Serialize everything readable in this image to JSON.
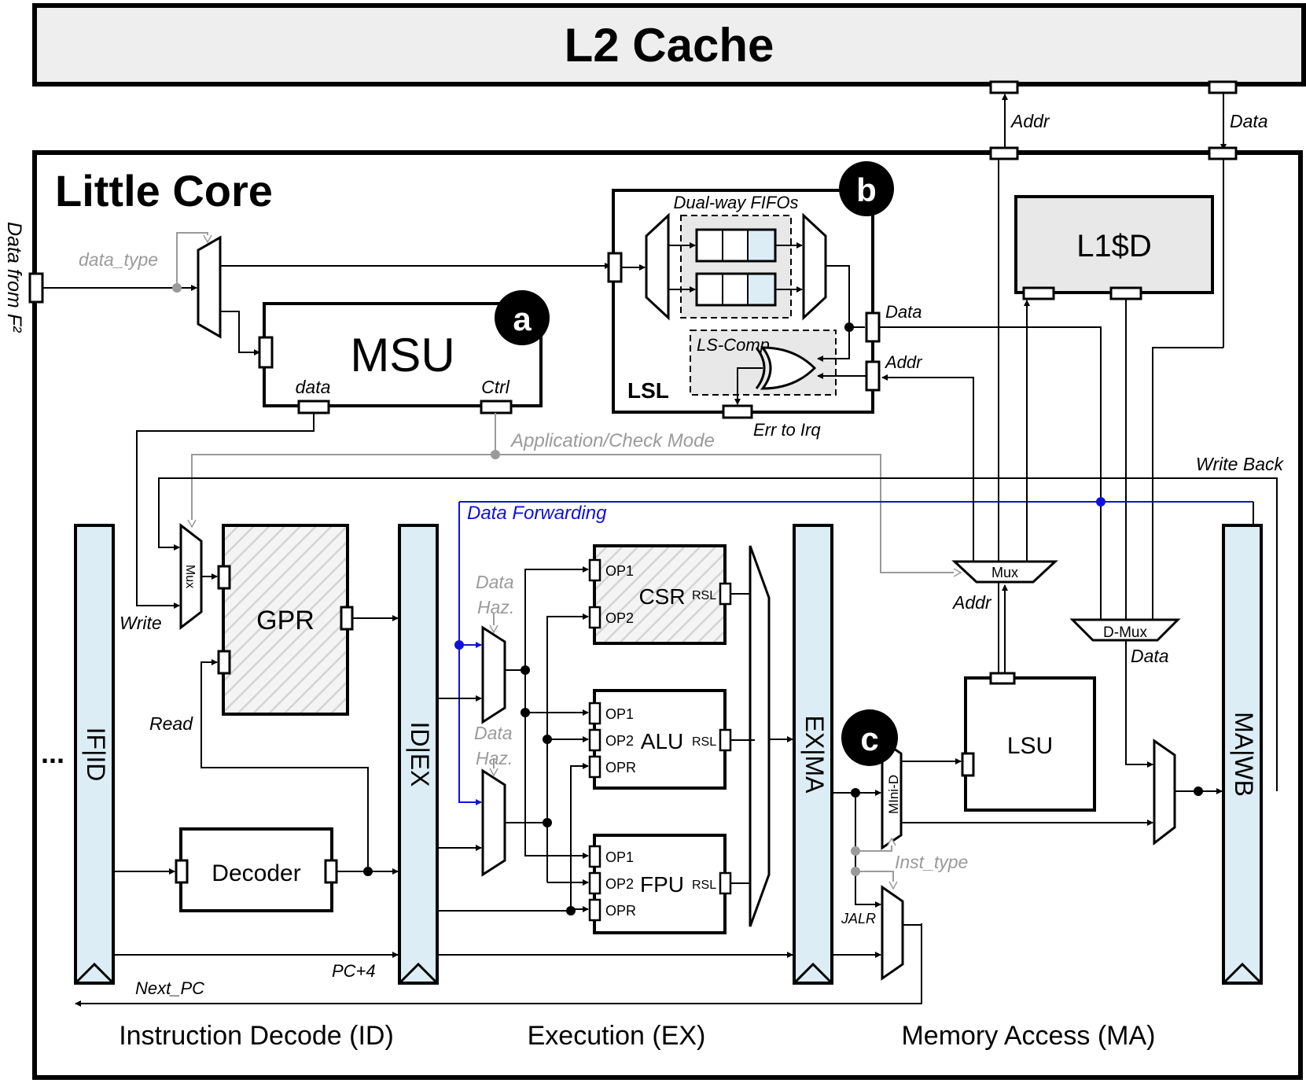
{
  "l2": {
    "title": "L2 Cache",
    "addr": "Addr",
    "data": "Data"
  },
  "core": {
    "title": "Little Core",
    "input_label": "Data from F²",
    "data_type": "data_type",
    "ellipsis": "..."
  },
  "msu": {
    "title": "MSU",
    "badge": "a",
    "data_port": "data",
    "ctrl_port": "Ctrl"
  },
  "lsl": {
    "title": "LSL",
    "badge": "b",
    "fifos": "Dual-way FIFOs",
    "ls_comp": "LS-Comp",
    "data": "Data",
    "addr": "Addr",
    "err": "Err to Irq"
  },
  "l1d": {
    "title": "L1$D"
  },
  "signals": {
    "app_check": "Application/Check Mode",
    "write_back": "Write Back",
    "forwarding": "Data Forwarding",
    "write": "Write",
    "read": "Read",
    "pc4": "PC+4",
    "next_pc": "Next_PC",
    "inst_type": "Inst_type",
    "jalr": "JALR",
    "data_haz": "Data",
    "haz": "Haz.",
    "addr": "Addr",
    "data": "Data"
  },
  "blocks": {
    "gpr": "GPR",
    "decoder": "Decoder",
    "lsu": "LSU",
    "mux": "Mux",
    "addr_mux": "Mux",
    "d_mux": "D-Mux",
    "mini_d": "MIni-D",
    "badge_c": "c"
  },
  "pipeline": [
    "IF|ID",
    "ID|EX",
    "EX|MA",
    "MA|WB"
  ],
  "units": [
    {
      "name": "CSR",
      "ports": [
        "OP1",
        "OP2"
      ],
      "rsl": "RSL"
    },
    {
      "name": "ALU",
      "ports": [
        "OP1",
        "OP2",
        "OPR"
      ],
      "rsl": "RSL"
    },
    {
      "name": "FPU",
      "ports": [
        "OP1",
        "OP2",
        "OPR"
      ],
      "rsl": "RSL"
    }
  ],
  "stages": [
    "Instruction Decode (ID)",
    "Execution (EX)",
    "Memory Access (MA)"
  ],
  "colors": {
    "forward": "#1010dd",
    "control": "#9a9a9a",
    "reg_fill": "#dcedf5",
    "gray_fill": "#e8e8e8"
  }
}
